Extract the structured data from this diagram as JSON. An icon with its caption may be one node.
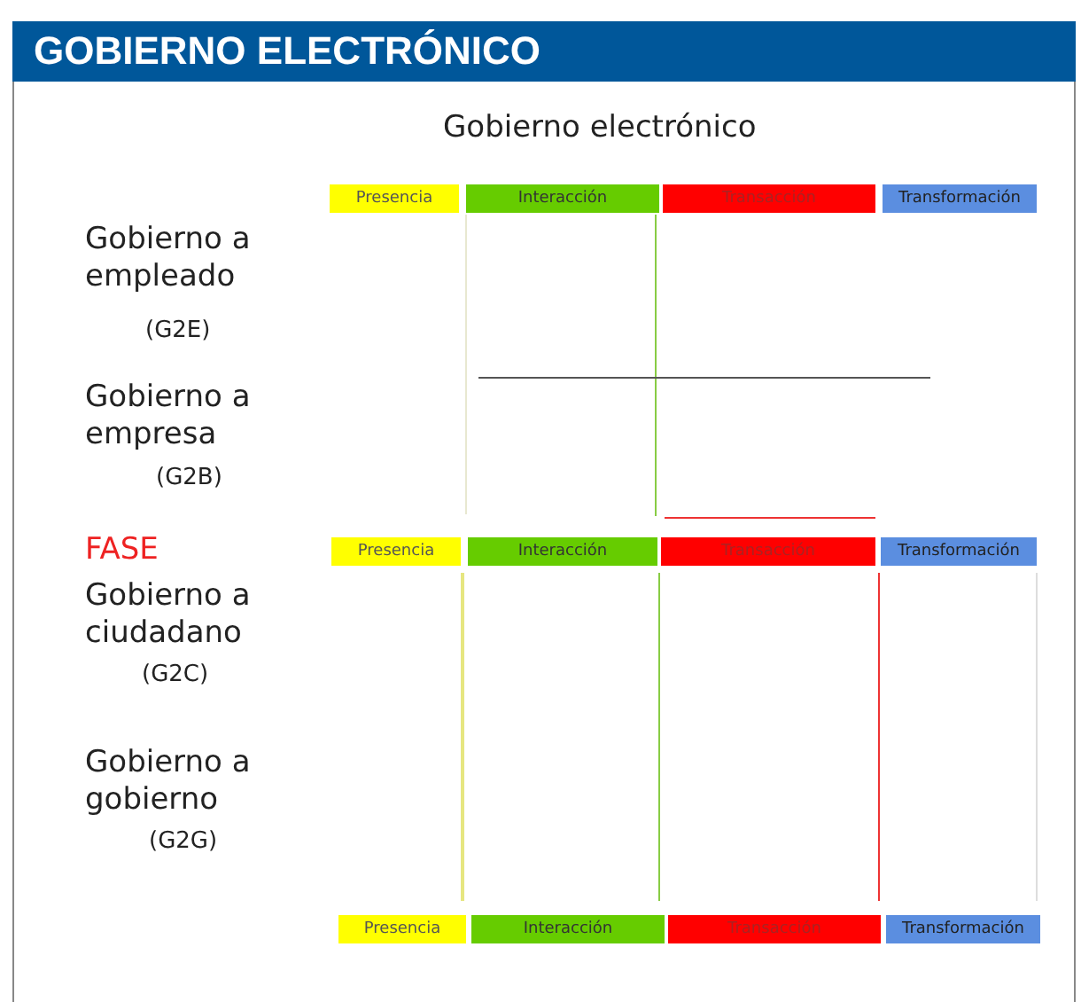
{
  "diagram": {
    "title": "GOBIERNO ELECTRÓNICO",
    "nodes": [
      {
        "text": [
          "Presencia"
        ]
      },
      {
        "text": [
          "Interacción"
        ]
      },
      {
        "text": [
          "Transacción"
        ]
      },
      {
        "text": [
          "Transformación"
        ]
      },
      {
        "text": [
          "Presencia"
        ]
      },
      {
        "text": [
          "Interacción"
        ]
      },
      {
        "text": [
          "Transacción"
        ]
      },
      {
        "text": [
          "Transformación"
        ]
      },
      {
        "text": [
          "Presencia"
        ]
      },
      {
        "text": [
          "Interacción"
        ]
      },
      {
        "text": [
          "Transacción"
        ]
      },
      {
        "text": [
          "Transformación"
        ]
      }
    ],
    "labels": [
      "Gobierno electrónico",
      "Gobierno a empleado",
      "(G2E)",
      "Gobierno a empresa",
      "(G2B)",
      "FASE",
      "Gobierno a ciudadano",
      "(G2C)",
      "Gobierno a gobierno",
      "(G2G)"
    ]
  }
}
